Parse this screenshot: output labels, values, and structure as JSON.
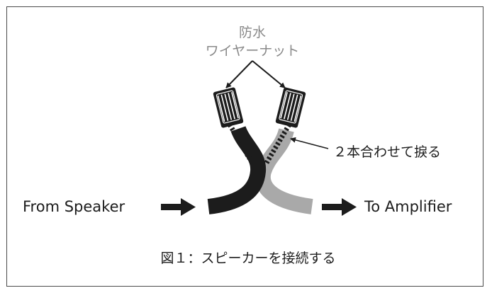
{
  "labels": {
    "nut_line1": "防水",
    "nut_line2": "ワイヤーナット",
    "twist": "２本合わせて捩る",
    "from": "From Speaker",
    "to": "To Amplifier",
    "caption": "図１：スピーカーを接続する"
  },
  "colors": {
    "black_wire": "#1c1c1c",
    "gray_wire": "#a9a9a9",
    "nut_label": "#8a8a8a",
    "frame": "#4a4a4a"
  }
}
